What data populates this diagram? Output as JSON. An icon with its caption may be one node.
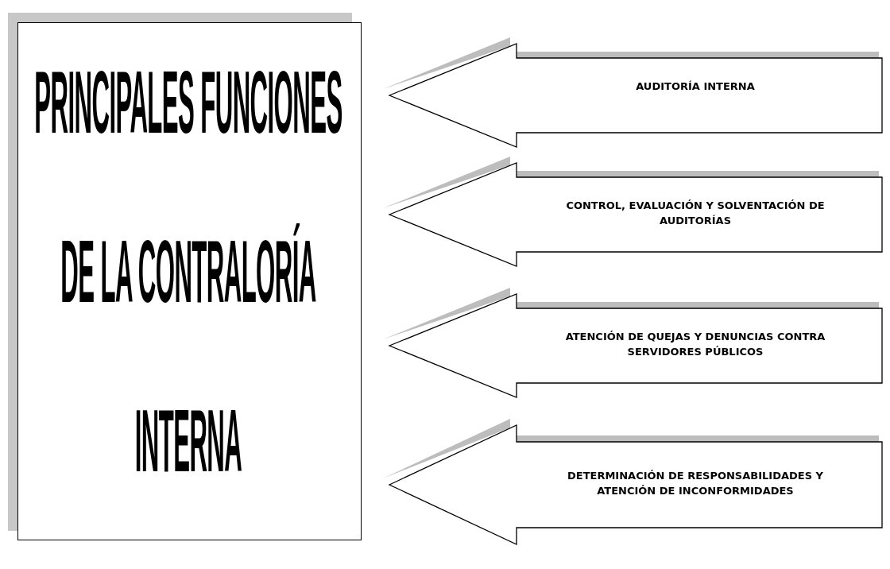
{
  "diagram": {
    "nodes": [
      {
        "text": [
          "PRINCIPALES FUNCIONES DE LA CONTRALORÍA INTERNA"
        ]
      },
      {
        "text": [
          "AUDITORÍA INTERNA"
        ]
      },
      {
        "text": [
          "CONTROL, EVALUACIÓN Y SOLVENTACIÓN DE AUDITORÍAS"
        ]
      },
      {
        "text": [
          "ATENCIÓN DE QUEJAS Y DENUNCIAS CONTRA SERVIDORES PÚBLICOS"
        ]
      },
      {
        "text": [
          "DETERMINACIÓN DE RESPONSABILIDADES Y ATENCIÓN DE INCONFORMIDADES"
        ]
      }
    ]
  }
}
